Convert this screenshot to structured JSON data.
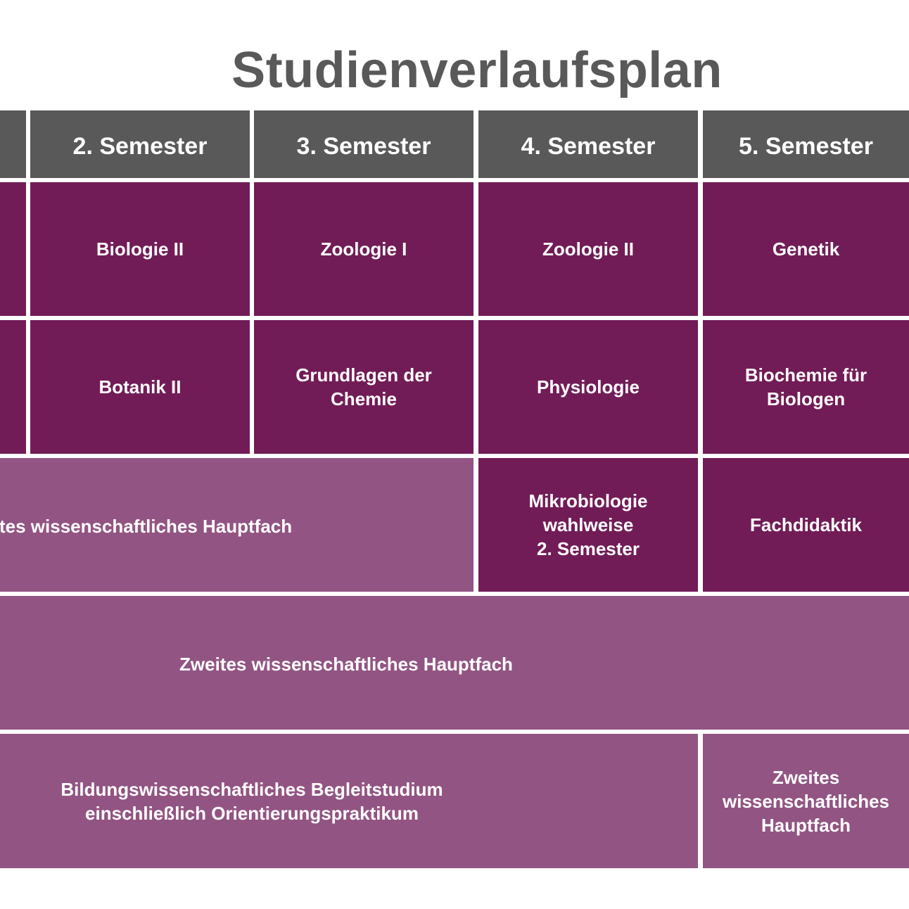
{
  "title": "Studienverlaufsplan",
  "header": {
    "col1": "",
    "col2": "2. Semester",
    "col3": "3. Semester",
    "col4": "4. Semester",
    "col5": "5. Semester"
  },
  "row1": {
    "col2": "Biologie II",
    "col3": "Zoologie I",
    "col4": "Zoologie II",
    "col5": "Genetik"
  },
  "row2": {
    "col2": "Botanik II",
    "col3": "Grundlagen der\nChemie",
    "col4": "Physiologie",
    "col5": "Biochemie für\nBiologen"
  },
  "row3": {
    "span_1_3": "tes wissenschaftliches Hauptfach",
    "col4": "Mikrobiologie\nwahlweise\n2. Semester",
    "col5": "Fachdidaktik"
  },
  "row4": {
    "span_all": "Zweites wissenschaftliches Hauptfach"
  },
  "row5": {
    "span_1_4": "Bildungswissenschaftliches Begleitstudium\neinschließlich Orientierungspraktikum",
    "col5": "Zweites\nwissenschaftliches\nHauptfach"
  },
  "colors": {
    "header": "#595959",
    "module_dark": "#721c57",
    "module_light": "#925483",
    "title": "#595959"
  }
}
